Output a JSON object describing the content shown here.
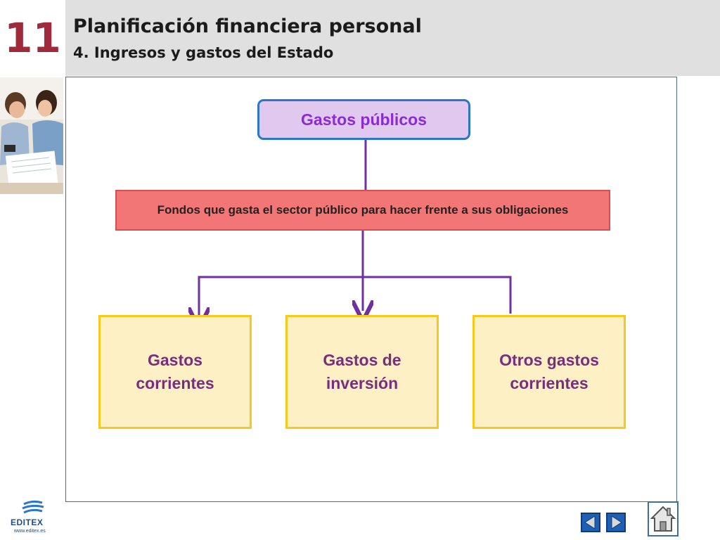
{
  "header": {
    "chapter_number": "11",
    "title": "Planificación financiera personal",
    "subtitle": "4. Ingresos y gastos del Estado"
  },
  "diagram": {
    "root": "Gastos públicos",
    "definition": "Fondos que gasta el sector público para hacer frente a sus obligaciones",
    "children": [
      "Gastos corrientes",
      "Gastos de inversión",
      "Otros gastos corrientes"
    ]
  },
  "footer": {
    "logo_text": "EDITEX",
    "logo_url": "www.editex.es"
  },
  "colors": {
    "chapter_number": "#9e2a3c",
    "connector": "#7030a0",
    "root_fill": "#e1c8ef",
    "definition_fill": "#f37676",
    "leaf_fill": "#fdf0c4",
    "leaf_border": "#f7c81e",
    "nav_button": "#1f5fb4"
  },
  "icons": {
    "prev": "triangle-left-icon",
    "next": "triangle-right-icon",
    "home": "house-icon",
    "logo": "editex-logo"
  }
}
